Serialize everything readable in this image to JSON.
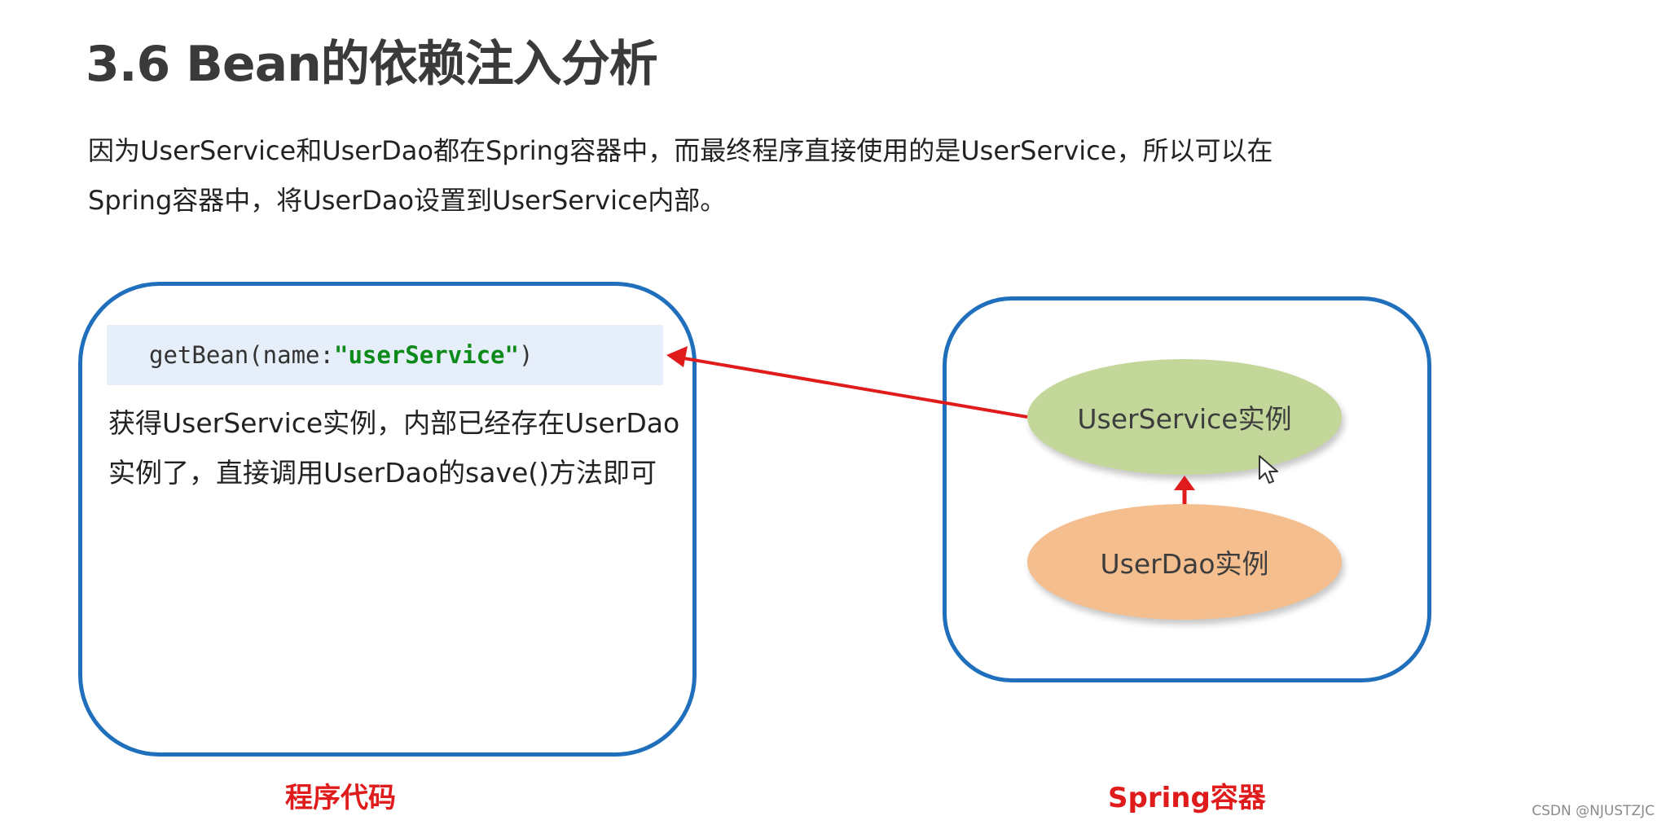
{
  "heading": "3.6 Bean的依赖注入分析",
  "intro": {
    "line1": "因为UserService和UserDao都在Spring容器中，而最终程序直接使用的是UserService，所以可以在",
    "line2": "Spring容器中，将UserDao设置到UserService内部。"
  },
  "program_code": {
    "code_call": "getBean(name:",
    "code_arg": "\"userService\"",
    "code_close": ")",
    "desc_line1": "获得UserService实例，内部已经存在UserDao",
    "desc_line2": "实例了，直接调用UserDao的save()方法即可",
    "caption": "程序代码"
  },
  "spring_container": {
    "service_label": "UserService实例",
    "dao_label": "UserDao实例",
    "caption": "Spring容器"
  },
  "watermark": "CSDN @NJUSTZJC",
  "colors": {
    "border_blue": "#1f6fbd",
    "arrow_red": "#e01b1b",
    "service_green": "#c4d79b",
    "dao_orange": "#f5be8e",
    "code_bg": "#e6eef9",
    "string_green": "#0c8a1a"
  }
}
